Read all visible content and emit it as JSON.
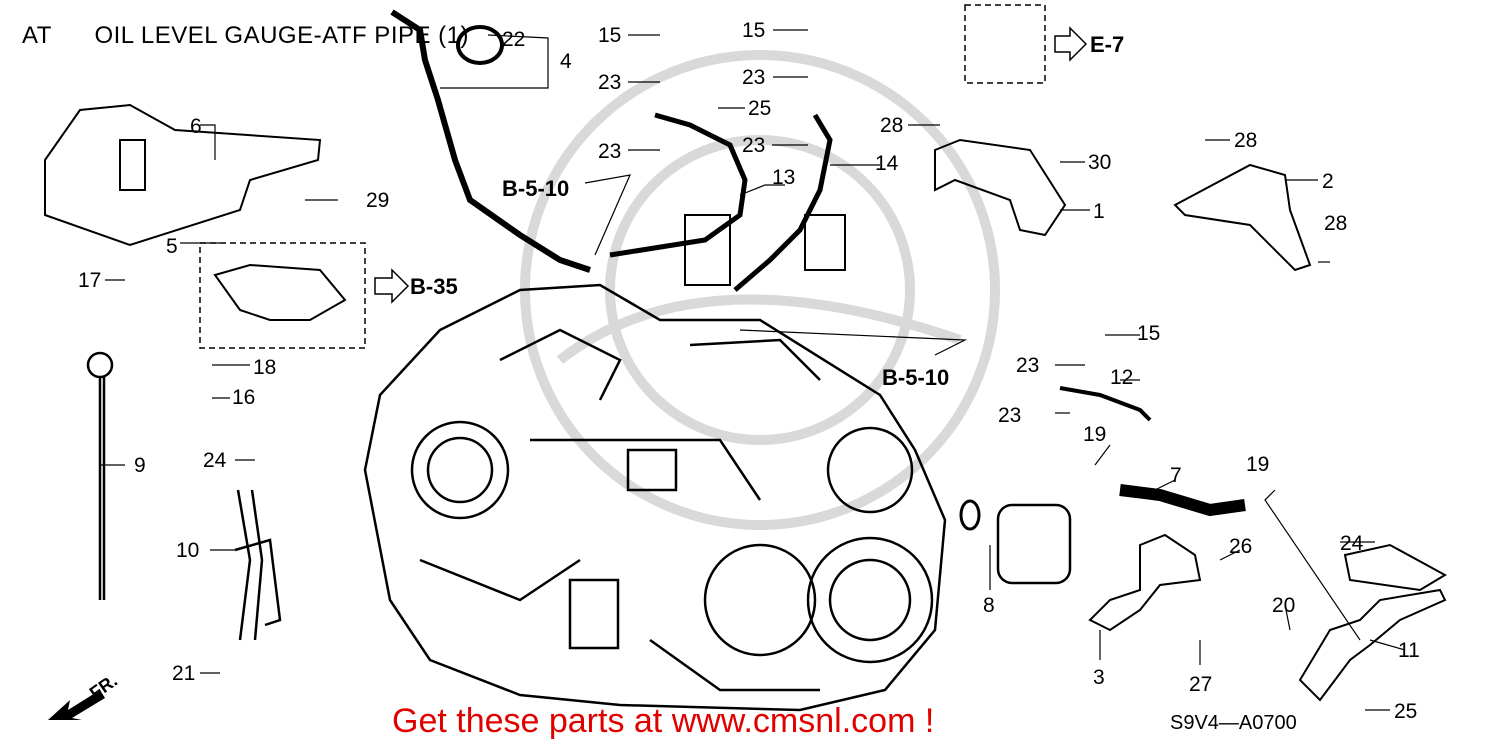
{
  "header": {
    "title": "AT      OIL LEVEL GAUGE-ATF PIPE (1)"
  },
  "footer": {
    "link_text": "Get these parts at www.cmsnl.com !",
    "diagram_code": "S9V4—A0700"
  },
  "direction_label": "FR.",
  "callouts": [
    "1",
    "2",
    "3",
    "4",
    "5",
    "6",
    "7",
    "8",
    "9",
    "10",
    "11",
    "12",
    "13",
    "14",
    "15",
    "15",
    "15",
    "16",
    "17",
    "18",
    "19",
    "19",
    "20",
    "21",
    "22",
    "23",
    "23",
    "23",
    "23",
    "23",
    "23",
    "24",
    "24",
    "25",
    "25",
    "26",
    "27",
    "28",
    "28",
    "28",
    "29",
    "30"
  ],
  "section_refs": [
    "B-5-10",
    "B-5-10",
    "B-35",
    "E-7"
  ],
  "colors": {
    "link": "#e00000",
    "ink": "#000000",
    "watermark": "#d9d9d9"
  }
}
